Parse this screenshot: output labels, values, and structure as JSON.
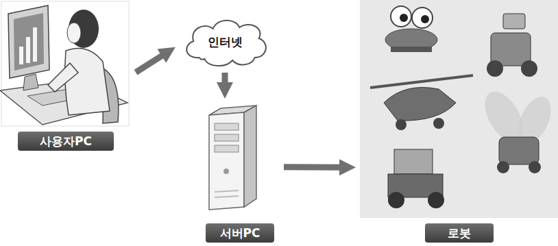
{
  "diagram": {
    "nodes": [
      {
        "text": [
          "사용자PC"
        ]
      },
      {
        "text": [
          "인터넷"
        ]
      },
      {
        "text": [
          "서버PC"
        ]
      },
      {
        "text": [
          "로봇"
        ]
      }
    ],
    "edges": [
      {
        "from": 0,
        "to": 1,
        "arrow": "to"
      },
      {
        "from": 1,
        "to": 2,
        "arrow": "to"
      },
      {
        "from": 2,
        "to": 3,
        "arrow": "to"
      }
    ]
  }
}
